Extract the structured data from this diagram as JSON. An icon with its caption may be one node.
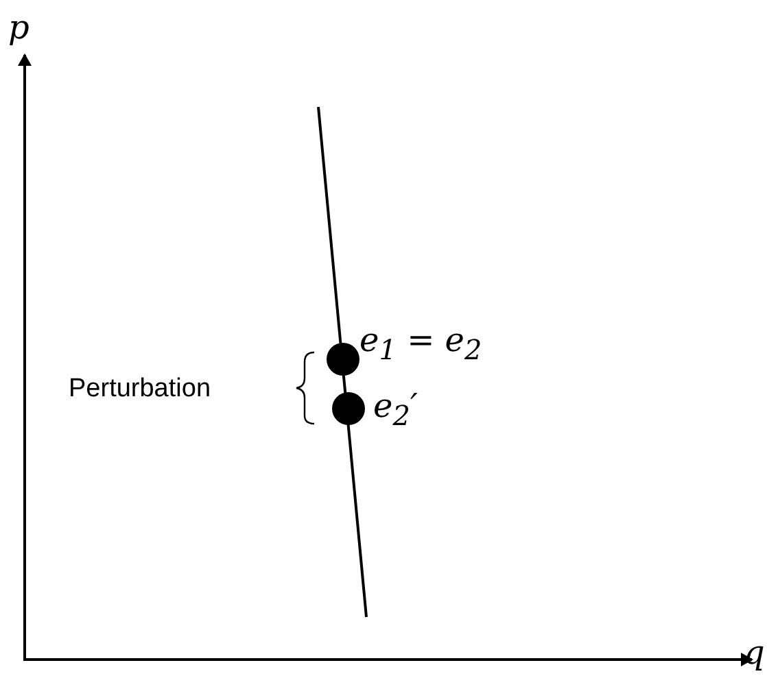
{
  "diagram": {
    "labels": [
      "p",
      "e$_{1}$ = e$_{2}$",
      "Perturbation",
      "e$_{2}$′",
      "q"
    ]
  }
}
